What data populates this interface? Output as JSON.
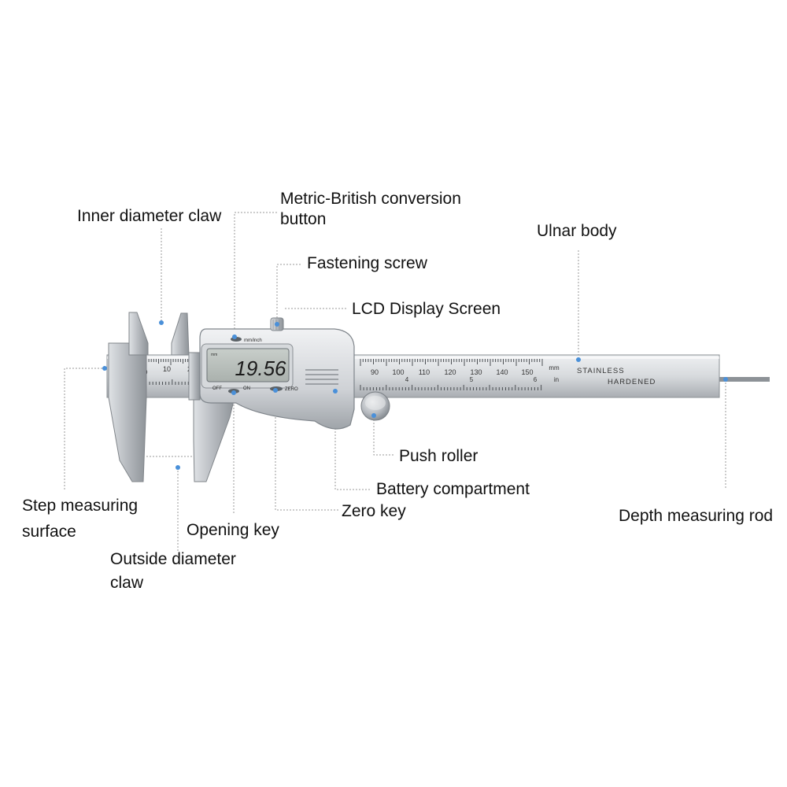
{
  "labels": {
    "inner_diameter_claw": "Inner diameter claw",
    "metric_british_line1": "Metric-British conversion",
    "metric_british_line2": "button",
    "fastening_screw": "Fastening screw",
    "lcd_display_screen": "LCD Display Screen",
    "ulnar_body": "Ulnar body",
    "push_roller": "Push roller",
    "battery_compartment": "Battery compartment",
    "zero_key": "Zero key",
    "depth_measuring_rod": "Depth measuring rod",
    "step_measuring_line1": "Step measuring",
    "step_measuring_line2": "surface",
    "opening_key": "Opening key",
    "outside_diameter_line1": "Outside diameter",
    "outside_diameter_line2": "claw"
  },
  "device": {
    "lcd_reading": "19.56",
    "lcd_unit": "mm",
    "unit_button_text": "mm/inch",
    "off_text": "OFF",
    "on_text": "ON",
    "zero_text": "ZERO",
    "stainless_text": "STAINLESS",
    "hardened_text": "HARDENED",
    "mm_text": "mm",
    "in_text": "in",
    "scale_left": [
      "0",
      "10",
      "20"
    ],
    "scale_mm": [
      "90",
      "100",
      "110",
      "120",
      "130",
      "140",
      "150"
    ],
    "scale_inch": [
      "4",
      "5",
      "6"
    ]
  },
  "colors": {
    "leader_line": "#9a9a9a",
    "marker_dot": "#4a90d9",
    "steel": "#c4c7cb",
    "lcd_background": "#b9c0bf"
  }
}
